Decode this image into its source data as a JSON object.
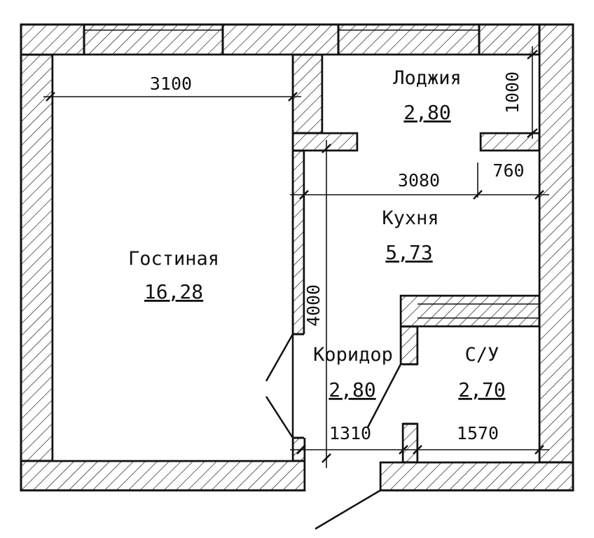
{
  "rooms": {
    "living": {
      "name": "Гостиная",
      "area": "16,28"
    },
    "loggia": {
      "name": "Лоджия",
      "area": "2,80"
    },
    "kitchen": {
      "name": "Кухня",
      "area": "5,73"
    },
    "corridor": {
      "name": "Коридор",
      "area": "2,80"
    },
    "bathroom": {
      "name": "С/У",
      "area": "2,70"
    }
  },
  "dimensions": {
    "living_width": "3100",
    "loggia_depth": "1000",
    "kitchen_width": "3080",
    "kitchen_offset": "760",
    "corridor_length": "4000",
    "corridor_width": "1310",
    "bathroom_width": "1570"
  }
}
